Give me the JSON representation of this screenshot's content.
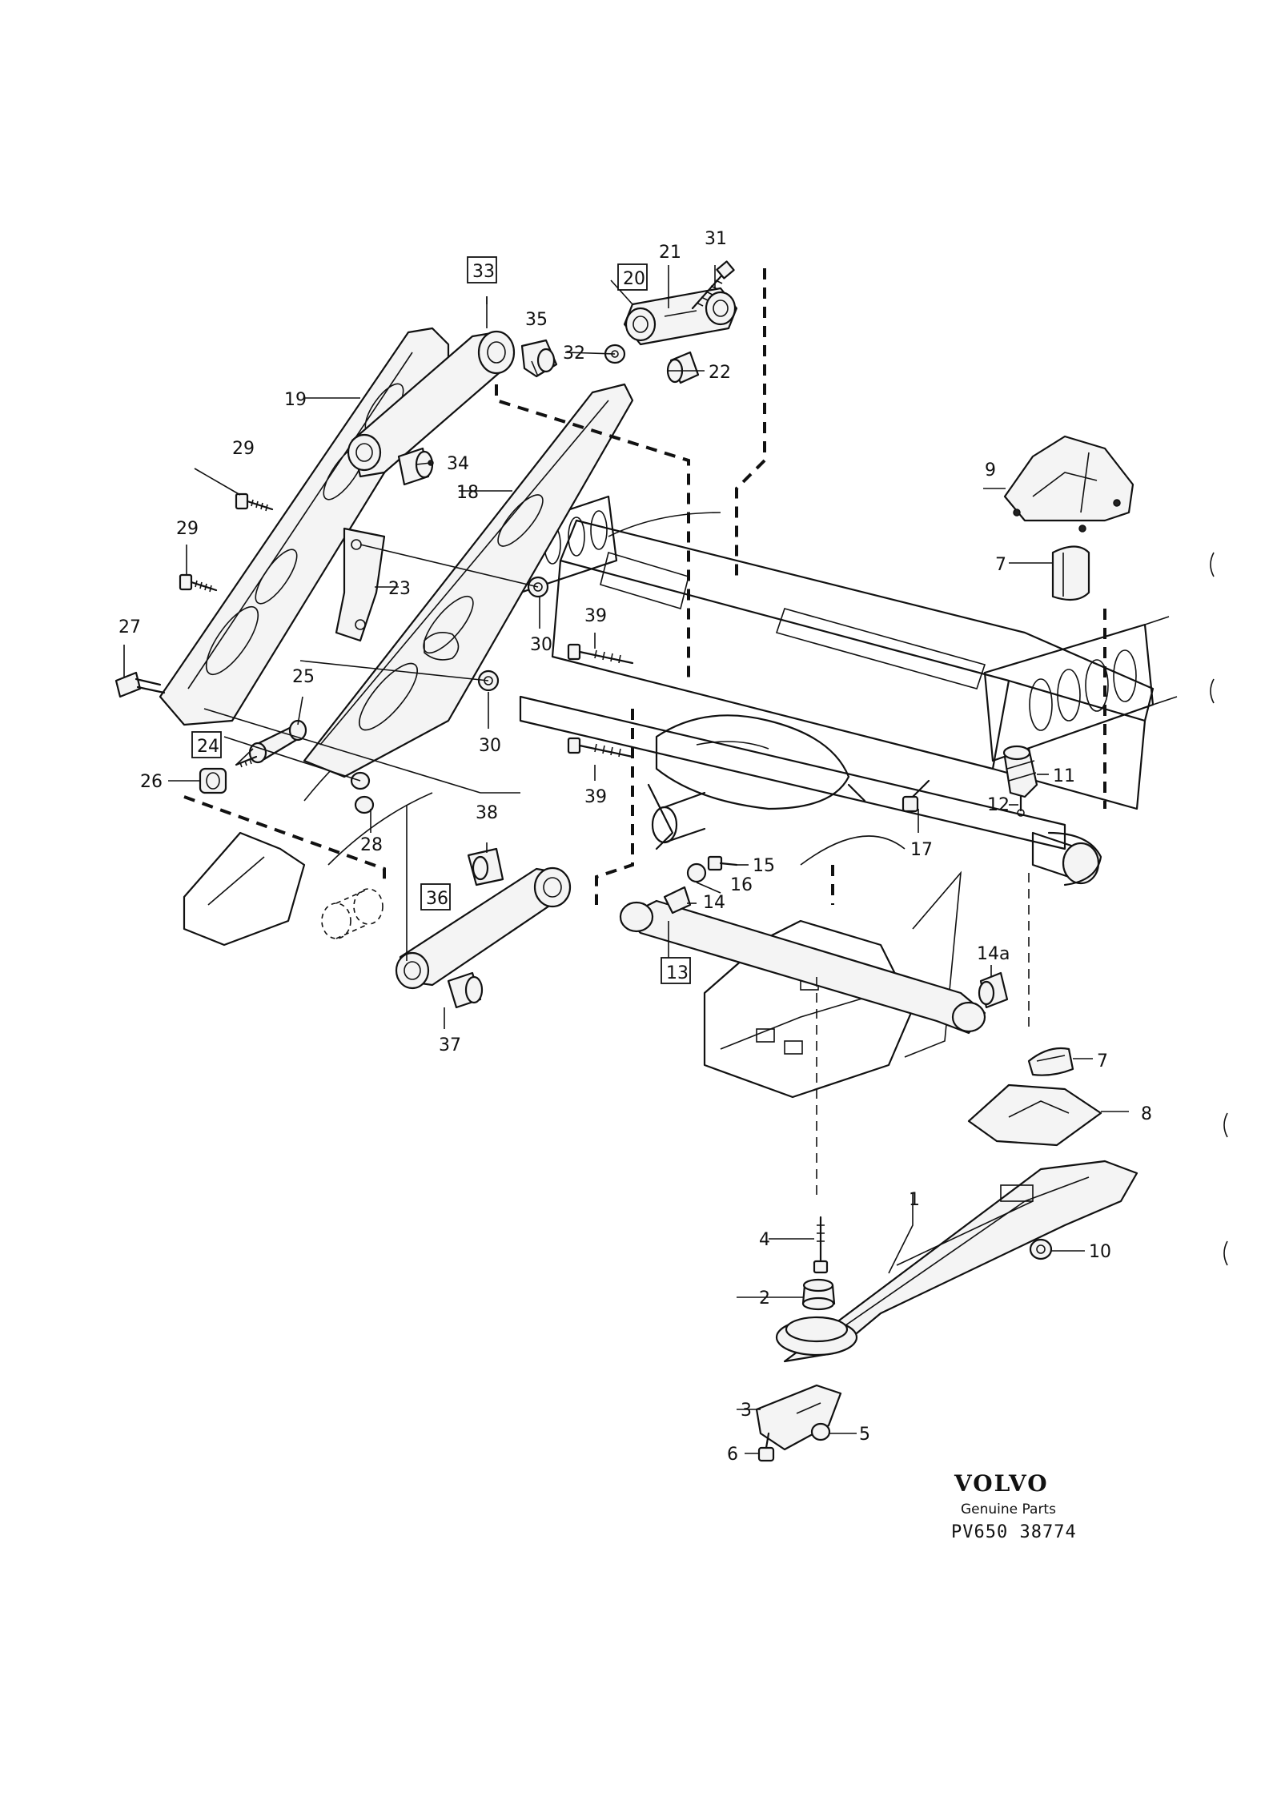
{
  "labels": {
    "p1": "1",
    "p2": "2",
    "p3": "3",
    "p4": "4",
    "p5": "5",
    "p6": "6",
    "p7a": "7",
    "p7b": "7",
    "p8": "8",
    "p9": "9",
    "p10": "10",
    "p11": "11",
    "p12": "12",
    "p13": "13",
    "p14": "14",
    "p14a": "14a",
    "p15": "15",
    "p16": "16",
    "p17": "17",
    "p18": "18",
    "p19": "19",
    "p20": "20",
    "p21": "21",
    "p22": "22",
    "p23": "23",
    "p24": "24",
    "p25": "25",
    "p26": "26",
    "p27": "27",
    "p28": "28",
    "p29a": "29",
    "p29b": "29",
    "p30a": "30",
    "p30b": "30",
    "p31": "31",
    "p32": "32",
    "p33": "33",
    "p34": "34",
    "p35": "35",
    "p36": "36",
    "p37": "37",
    "p38": "38",
    "p39a": "39",
    "p39b": "39"
  },
  "brand": {
    "name": "VOLVO",
    "tagline": "Genuine Parts",
    "reference": "PV650 38774"
  }
}
